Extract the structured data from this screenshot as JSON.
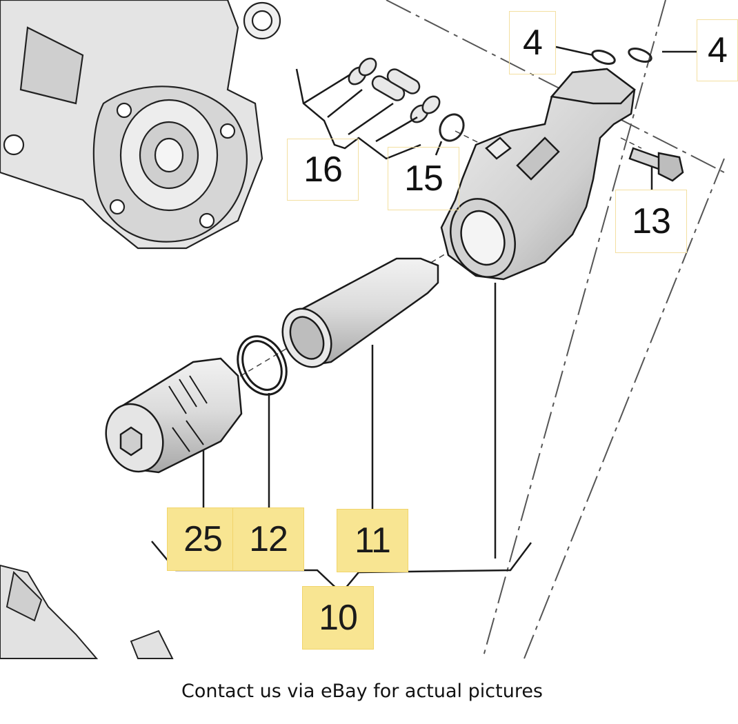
{
  "callouts": {
    "c4a": "4",
    "c4b": "4",
    "c16": "16",
    "c15": "15",
    "c13": "13",
    "c25": "25",
    "c12": "12",
    "c11": "11",
    "c10": "10"
  },
  "colors": {
    "highlight": "#f8e592",
    "line": "#1a1a1a",
    "part_fill": "#e6e6e6",
    "part_shade": "#c9c9c9"
  },
  "caption": "Contact us via eBay for actual pictures"
}
